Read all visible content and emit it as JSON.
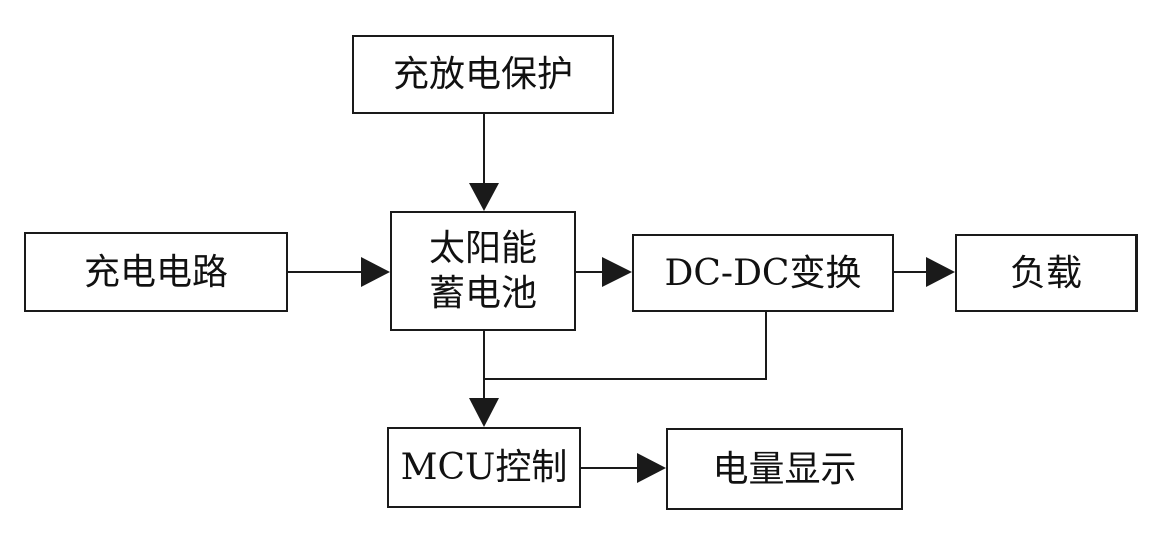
{
  "diagram": {
    "nodes": {
      "protection": "充放电保护",
      "charging_circuit": "充电电路",
      "battery_line1": "太阳能",
      "battery_line2": "蓄电池",
      "dcdc": "DC-DC变换",
      "load": "负载",
      "mcu": "MCU控制",
      "display": "电量显示"
    },
    "edges": [
      {
        "from": "protection",
        "to": "battery"
      },
      {
        "from": "charging_circuit",
        "to": "battery"
      },
      {
        "from": "battery",
        "to": "dcdc"
      },
      {
        "from": "dcdc",
        "to": "load"
      },
      {
        "from": "battery",
        "to": "mcu"
      },
      {
        "from": "dcdc",
        "to": "mcu"
      },
      {
        "from": "mcu",
        "to": "display"
      }
    ],
    "colors": {
      "line": "#1a1a1a",
      "text": "#111111",
      "background": "#ffffff"
    }
  }
}
